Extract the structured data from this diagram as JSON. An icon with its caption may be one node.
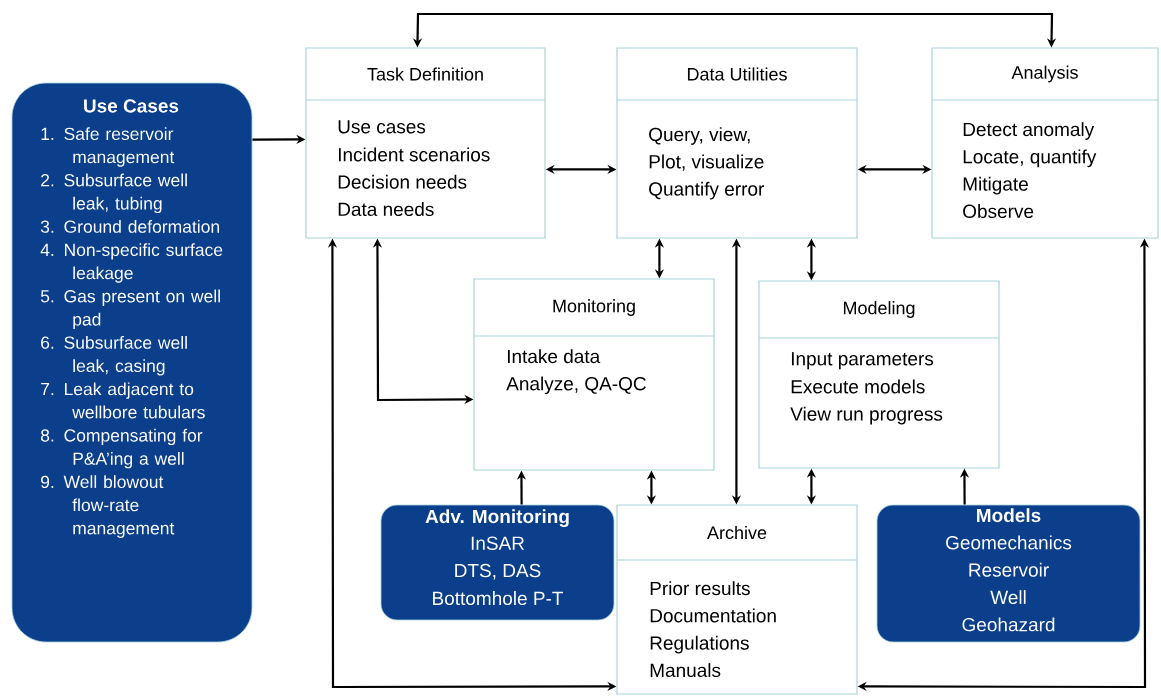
{
  "diagram": {
    "nodes": [
      {
        "text": [
          "Use Cases",
          "1. Safe reservoir management",
          "2. Subsurface well leak, tubing",
          "3. Ground deformation",
          "4. Non-specific surface leakage",
          "5. Gas present on well pad",
          "6. Subsurface well leak, casing",
          "7. Leak adjacent to wellbore tubulars",
          "8. Compensating for P&A’ing a well",
          "9. Well blowout flow-rate management"
        ]
      },
      {
        "text": [
          "Task Definition",
          "Use cases",
          "Incident scenarios",
          "Decision needs",
          "Data needs"
        ]
      },
      {
        "text": [
          "Data Utilities",
          "Query, view,",
          "Plot, visualize",
          "Quantify error"
        ]
      },
      {
        "text": [
          "Analysis",
          "Detect anomaly",
          "Locate, quantify",
          "Mitigate",
          "Observe"
        ]
      },
      {
        "text": [
          "Monitoring",
          "Intake data",
          "Analyze, QA-QC"
        ]
      },
      {
        "text": [
          "Modeling",
          "Input parameters",
          "Execute models",
          "View run progress"
        ]
      },
      {
        "text": [
          "Adv. Monitoring",
          "InSAR",
          "DTS, DAS",
          "Bottomhole P-T"
        ]
      },
      {
        "text": [
          "Archive",
          "Prior results",
          "Documentation",
          "Regulations",
          "Manuals"
        ]
      },
      {
        "text": [
          "Models",
          "Geomechanics",
          "Reservoir",
          "Well",
          "Geohazard"
        ]
      }
    ],
    "edges": [
      {
        "from": 0,
        "to": 1,
        "arrow": "to"
      },
      {
        "from": 1,
        "to": 2,
        "arrow": "both"
      },
      {
        "from": 2,
        "to": 3,
        "arrow": "both"
      },
      {
        "from": 1,
        "to": 3,
        "arrow": "both"
      },
      {
        "from": 2,
        "to": 4,
        "arrow": "both"
      },
      {
        "from": 2,
        "to": 5,
        "arrow": "both"
      },
      {
        "from": 2,
        "to": 7,
        "arrow": "both"
      },
      {
        "from": 1,
        "to": 4,
        "arrow": "both"
      },
      {
        "from": 1,
        "to": 7,
        "arrow": "both"
      },
      {
        "from": 3,
        "to": 7,
        "arrow": "both"
      },
      {
        "from": 4,
        "to": 7,
        "arrow": "both"
      },
      {
        "from": 5,
        "to": 7,
        "arrow": "both"
      },
      {
        "from": 6,
        "to": 4,
        "arrow": "to"
      },
      {
        "from": 8,
        "to": 5,
        "arrow": "to"
      }
    ]
  }
}
